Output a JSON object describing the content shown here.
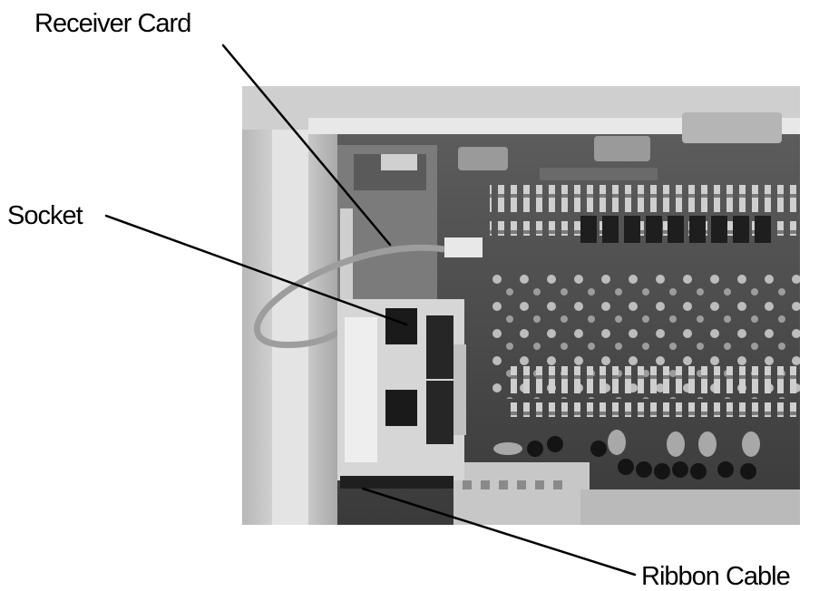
{
  "labels": {
    "receiver_card": "Receiver Card",
    "socket": "Socket",
    "ribbon_cable": "Ribbon Cable"
  },
  "colors": {
    "leader_line": "#000000",
    "photo_dark": "#2a2a2a",
    "photo_light": "#d8d8d8",
    "enclosure_frame": "#c9c9c9"
  },
  "icons": {
    "photo": "circuit-board-photo"
  }
}
